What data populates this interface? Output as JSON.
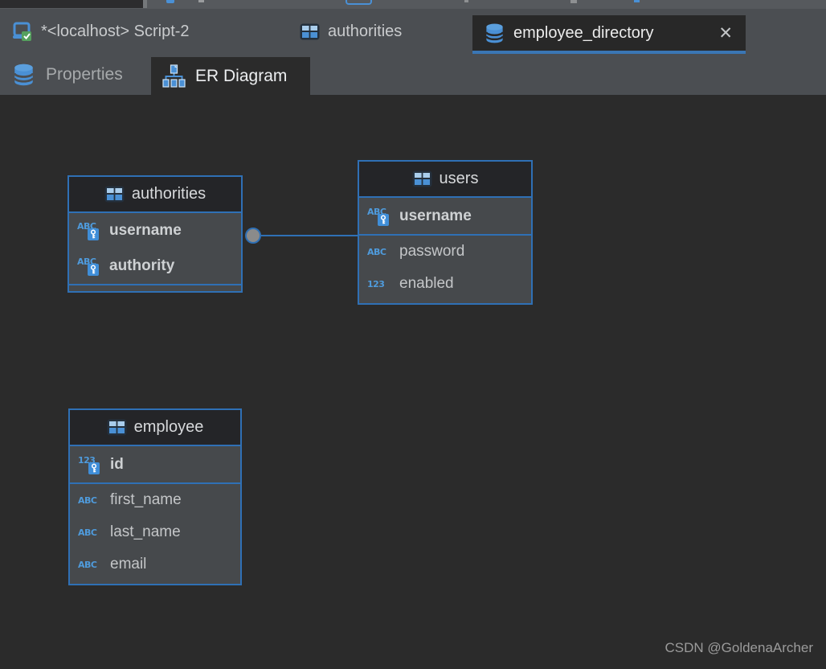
{
  "editor_tabs": {
    "script_tab": {
      "label": "*<localhost> Script-2"
    },
    "authorities_tab": {
      "label": "authorities"
    },
    "active_tab": {
      "label": "employee_directory",
      "close_glyph": "✕"
    }
  },
  "view_tabs": {
    "properties": {
      "label": "Properties"
    },
    "er_diagram": {
      "label": "ER Diagram"
    }
  },
  "diagram": {
    "tables": [
      {
        "name": "authorities",
        "pk_columns": [
          {
            "name": "username",
            "type": "ABC"
          },
          {
            "name": "authority",
            "type": "ABC"
          }
        ],
        "columns": []
      },
      {
        "name": "users",
        "pk_columns": [
          {
            "name": "username",
            "type": "ABC"
          }
        ],
        "columns": [
          {
            "name": "password",
            "type": "ABC"
          },
          {
            "name": "enabled",
            "type": "123"
          }
        ]
      },
      {
        "name": "employee",
        "pk_columns": [
          {
            "name": "id",
            "type": "123"
          }
        ],
        "columns": [
          {
            "name": "first_name",
            "type": "ABC"
          },
          {
            "name": "last_name",
            "type": "ABC"
          },
          {
            "name": "email",
            "type": "ABC"
          }
        ]
      }
    ],
    "relation": {
      "from": "authorities",
      "to": "users"
    }
  },
  "watermark": "CSDN @GoldenaArcher",
  "icons": {
    "script-icon": "blue console with green check badge",
    "table-icon": "blue table grid",
    "database-icon": "blue database cylinder",
    "er-diagram-icon": "blue file hierarchy tree",
    "primary-key-icon": "white key on blue square",
    "close-icon": "✕"
  },
  "colors": {
    "accent_blue": "#3a76b4",
    "table_border": "#2f70b5",
    "icon_blue": "#4a90d5",
    "canvas_bg": "#2b2b2b",
    "bar_bg": "#4b4e52",
    "active_tab_bg": "#282828",
    "table_header_bg": "#242528",
    "table_body_bg": "#46494c"
  }
}
